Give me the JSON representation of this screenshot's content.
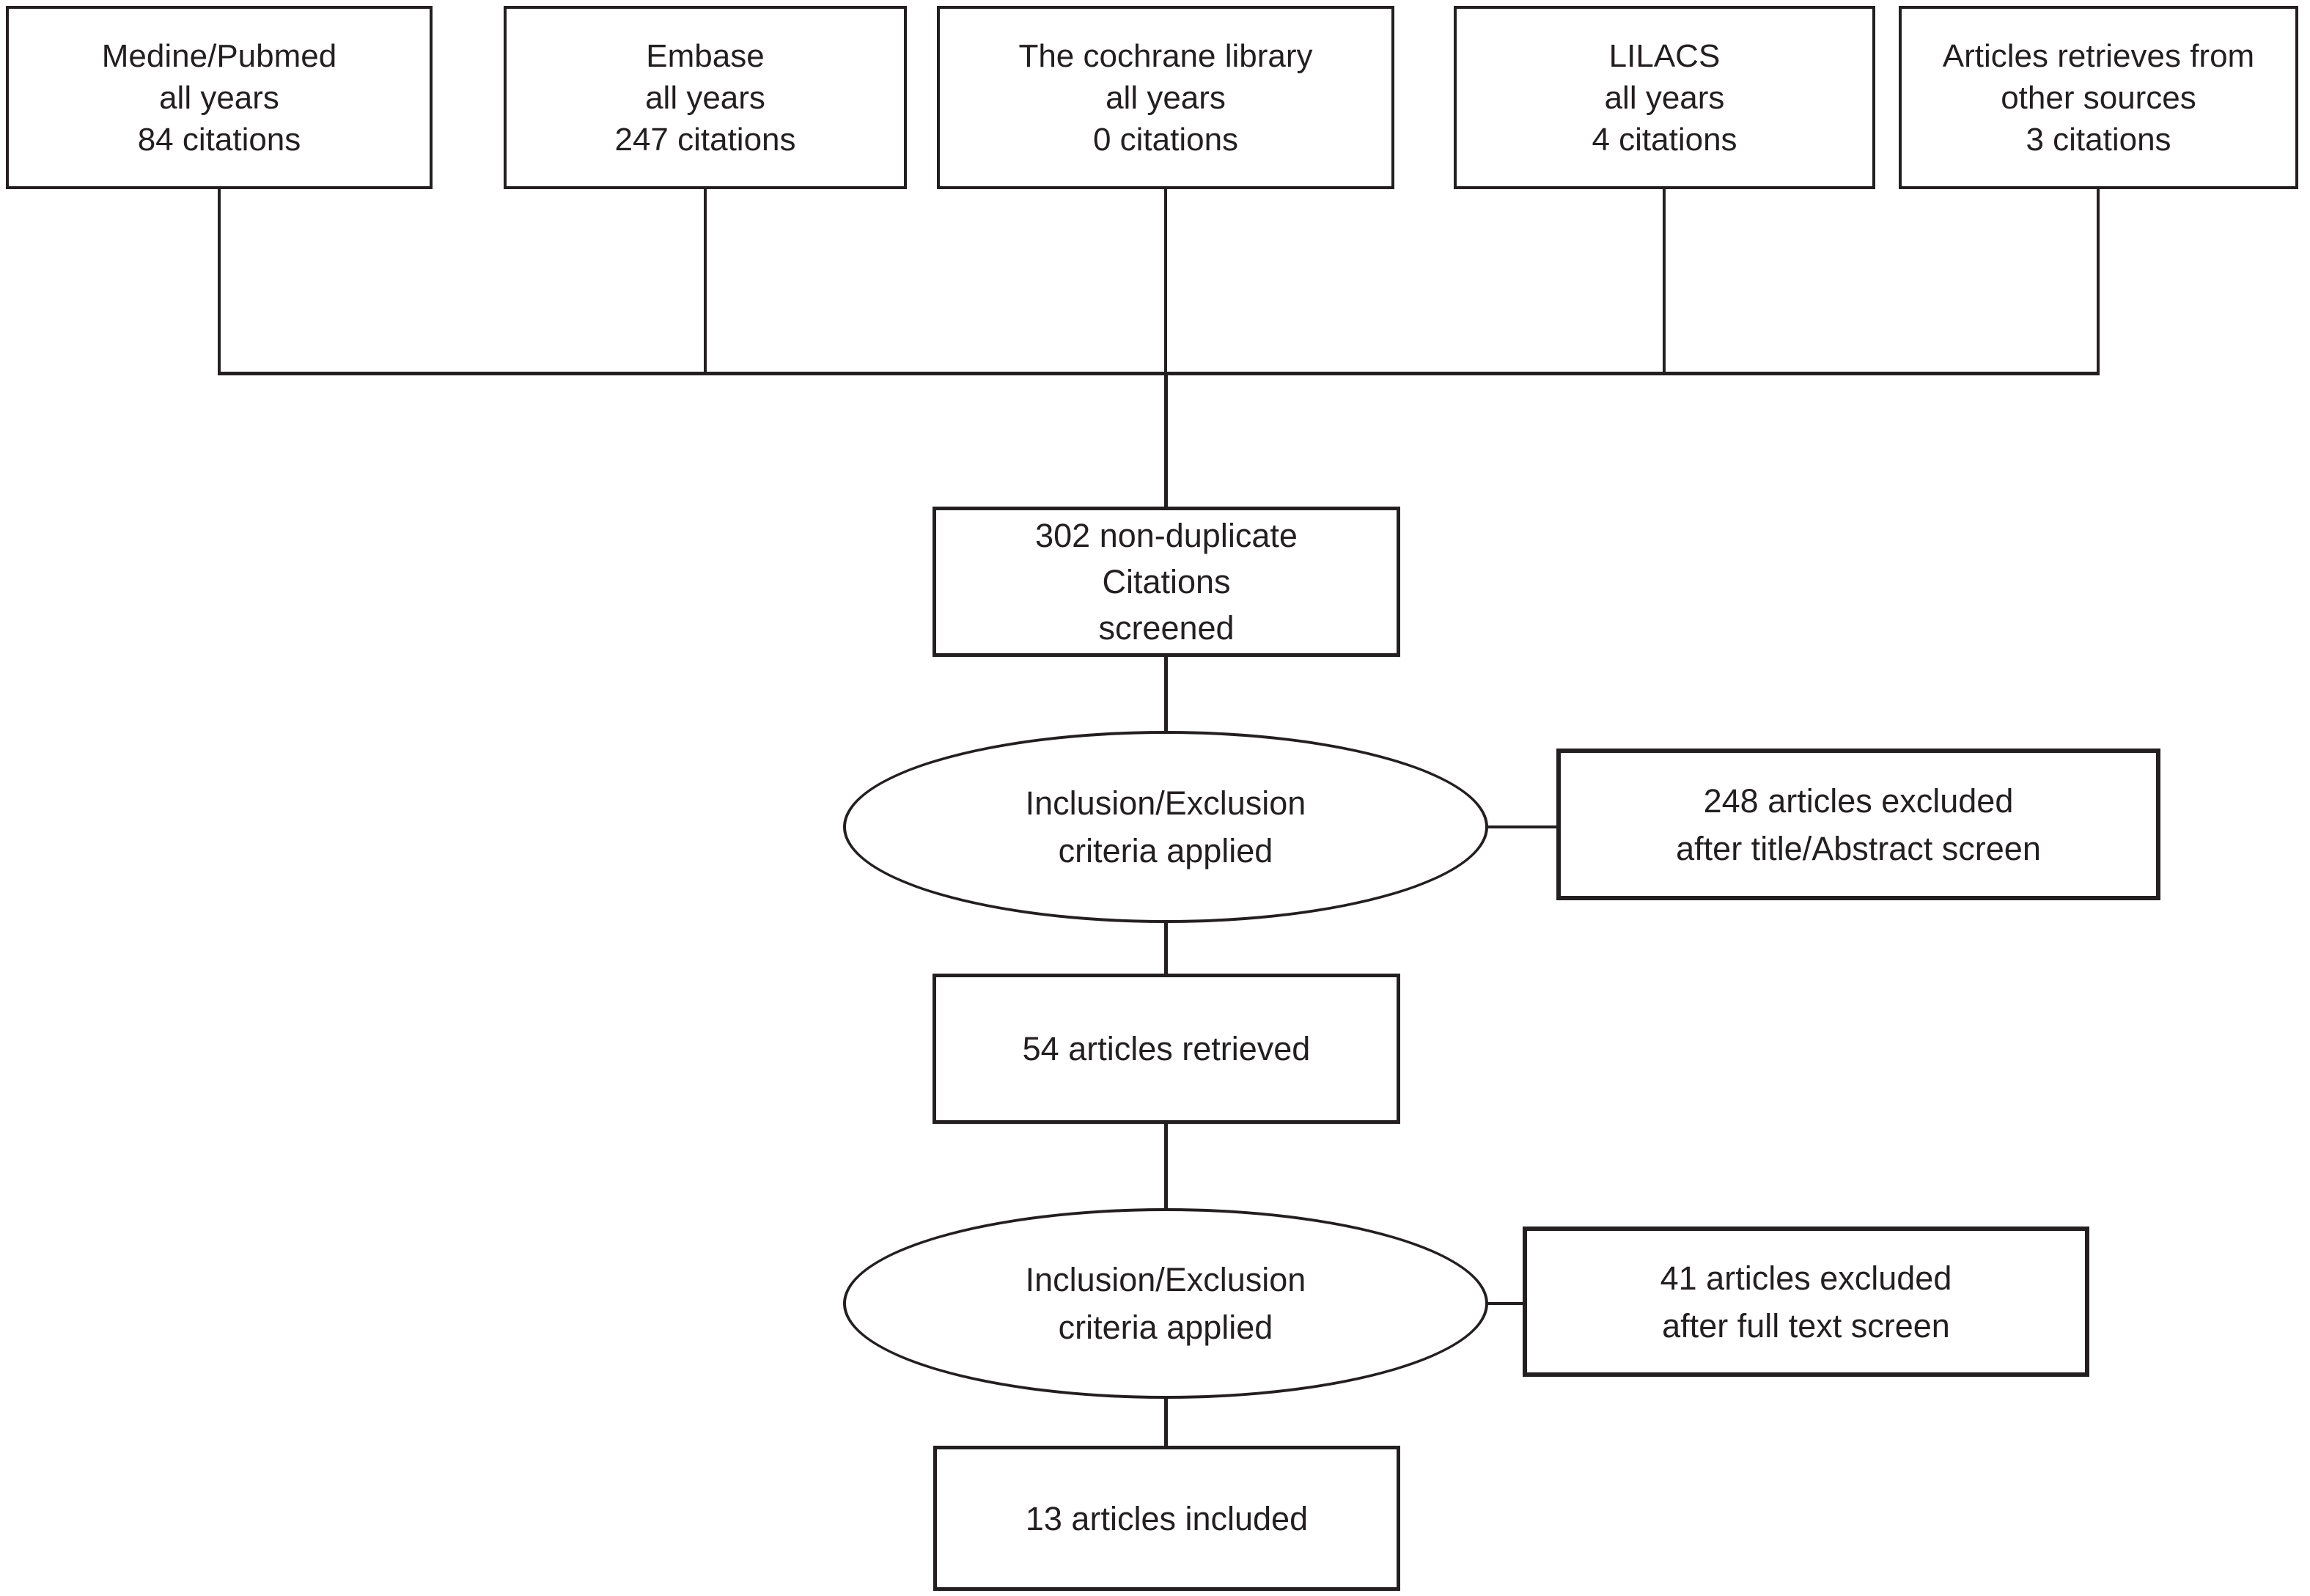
{
  "diagram": {
    "type": "prisma-flow",
    "colors": {
      "line": "#231f20",
      "text": "#231f20",
      "background": "#ffffff"
    },
    "sources": [
      {
        "name": "Medine/Pubmed",
        "period": "all years",
        "citations": "84 citations"
      },
      {
        "name": "Embase",
        "period": "all years",
        "citations": "247 citations"
      },
      {
        "name": "The cochrane library",
        "period": "all years",
        "citations": "0 citations"
      },
      {
        "name": "LILACS",
        "period": "all years",
        "citations": "4 citations"
      },
      {
        "name": "Articles retrieves from",
        "period": "other sources",
        "citations": "3 citations"
      }
    ],
    "screened": {
      "line1": "302 non-duplicate",
      "line2": "Citations",
      "line3": "screened"
    },
    "criteria1": {
      "line1": "Inclusion/Exclusion",
      "line2": "criteria applied"
    },
    "excluded1": {
      "line1": "248 articles excluded",
      "line2": "after title/Abstract screen"
    },
    "retrieved": {
      "label": "54 articles retrieved"
    },
    "criteria2": {
      "line1": "Inclusion/Exclusion",
      "line2": "criteria applied"
    },
    "excluded2": {
      "line1": "41 articles excluded",
      "line2": "after full text screen"
    },
    "included": {
      "label": "13 articles included"
    }
  }
}
